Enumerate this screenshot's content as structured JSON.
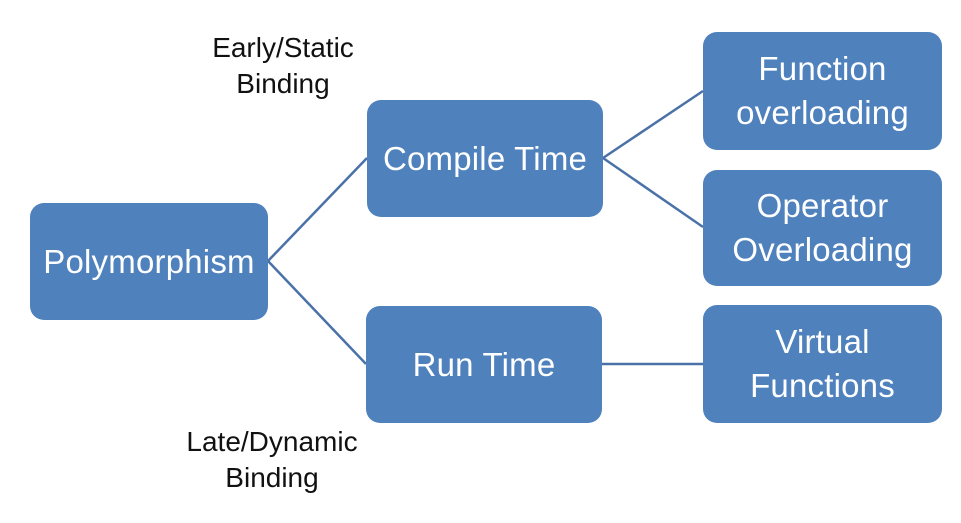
{
  "diagram": {
    "type": "hierarchy",
    "colors": {
      "node_fill": "#4F81BD",
      "node_text": "#FFFFFF",
      "connector": "#4A72A8",
      "annotation_text": "#111111",
      "background": "#FFFFFF"
    },
    "nodes": {
      "root": {
        "lines": [
          "Polymorphism"
        ]
      },
      "compile_time": {
        "lines": [
          "Compile Time"
        ]
      },
      "run_time": {
        "lines": [
          "Run Time"
        ]
      },
      "function_overloading": {
        "lines": [
          "Function",
          "overloading"
        ]
      },
      "operator_overloading": {
        "lines": [
          "Operator",
          "Overloading"
        ]
      },
      "virtual_functions": {
        "lines": [
          "Virtual",
          "Functions"
        ]
      }
    },
    "annotations": {
      "early": {
        "lines": [
          "Early/Static",
          "Binding"
        ]
      },
      "late": {
        "lines": [
          "Late/Dynamic",
          "Binding"
        ]
      }
    },
    "edges": [
      {
        "from": "root",
        "to": "compile_time"
      },
      {
        "from": "root",
        "to": "run_time"
      },
      {
        "from": "compile_time",
        "to": "function_overloading"
      },
      {
        "from": "compile_time",
        "to": "operator_overloading"
      },
      {
        "from": "run_time",
        "to": "virtual_functions"
      }
    ]
  }
}
